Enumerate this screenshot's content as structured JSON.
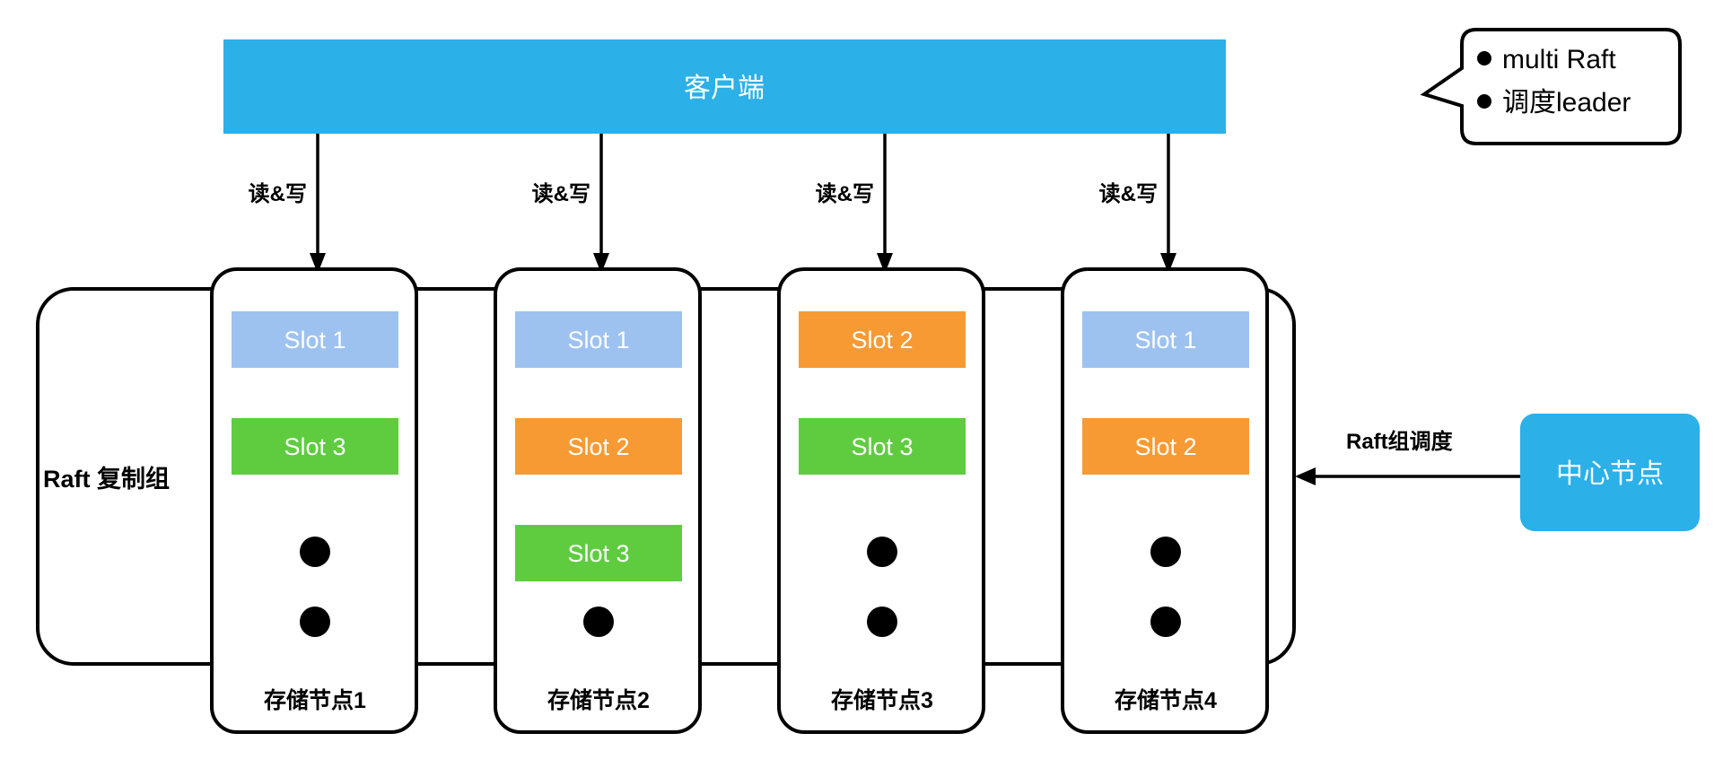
{
  "diagram": {
    "title_client": "客户端",
    "group_label": "Raft 复制组",
    "center_node_label": "中心节点",
    "center_edge_label": "Raft组调度",
    "client_edge_label": "读&写",
    "callout": {
      "bullet_1": "multi Raft",
      "bullet_2": "调度leader",
      "bullet_glyph": "•"
    },
    "colors": {
      "blue_bar": "#2BB0E8",
      "slot1_blue": "#9DC2F0",
      "slot2_orange": "#F79A33",
      "slot3_green": "#5FCC40",
      "stroke": "#000000",
      "text_on_fill": "#FFFFFF"
    },
    "storage_nodes": [
      {
        "label": "存储节点1",
        "edge_label": "读&写",
        "slots": [
          {
            "label": "Slot 1",
            "color": "#9DC2F0"
          },
          {
            "label": "Slot 3",
            "color": "#5FCC40"
          }
        ],
        "dots": 2
      },
      {
        "label": "存储节点2",
        "edge_label": "读&写",
        "slots": [
          {
            "label": "Slot 1",
            "color": "#9DC2F0"
          },
          {
            "label": "Slot 2",
            "color": "#F79A33"
          },
          {
            "label": "Slot 3",
            "color": "#5FCC40"
          }
        ],
        "dots": 1
      },
      {
        "label": "存储节点3",
        "edge_label": "读&写",
        "slots": [
          {
            "label": "Slot 2",
            "color": "#F79A33"
          },
          {
            "label": "Slot 3",
            "color": "#5FCC40"
          }
        ],
        "dots": 2
      },
      {
        "label": "存储节点4",
        "edge_label": "读&写",
        "slots": [
          {
            "label": "Slot 1",
            "color": "#9DC2F0"
          },
          {
            "label": "Slot 2",
            "color": "#F79A33"
          }
        ],
        "dots": 2
      }
    ]
  }
}
